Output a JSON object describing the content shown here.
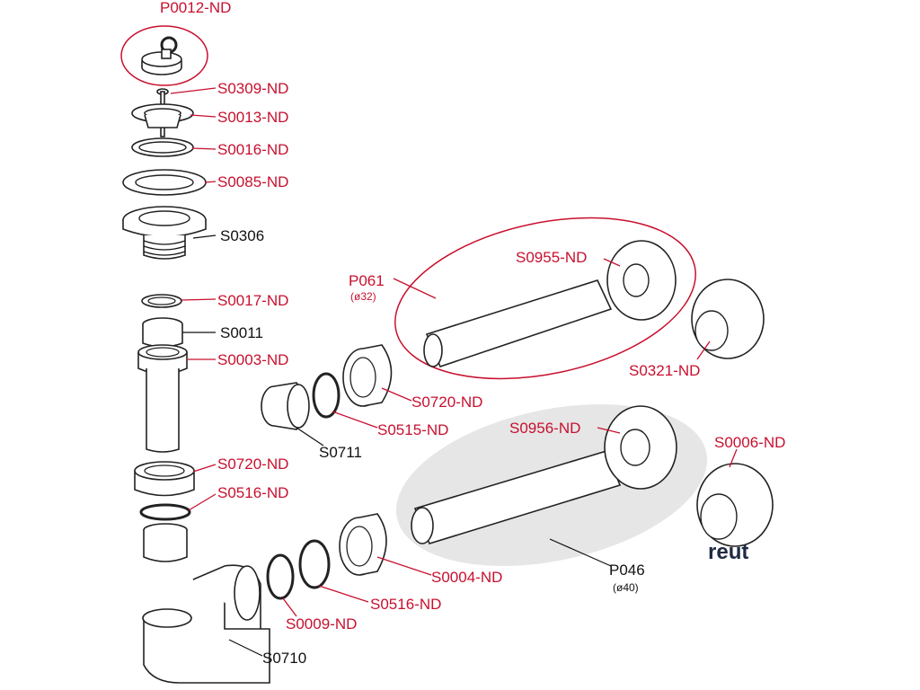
{
  "labels": {
    "p0012": "P0012-ND",
    "s0309": "S0309-ND",
    "s0013": "S0013-ND",
    "s0016": "S0016-ND",
    "s0085": "S0085-ND",
    "s0306": "S0306",
    "s0017": "S0017-ND",
    "s0011": "S0011",
    "s0003": "S0003-ND",
    "s0720a": "S0720-ND",
    "s0516a": "S0516-ND",
    "p061": "P061",
    "p061_sub": "(ø32)",
    "s0955": "S0955-ND",
    "s0321": "S0321-ND",
    "s0720b": "S0720-ND",
    "s0515": "S0515-ND",
    "s0711": "S0711",
    "s0956": "S0956-ND",
    "s0006": "S0006-ND",
    "s0004": "S0004-ND",
    "p046": "P046",
    "p046_sub": "(ø40)",
    "s0516b": "S0516-ND",
    "s0009": "S0009-ND",
    "s0710": "S0710"
  },
  "brand": "reut",
  "colors": {
    "label_red": "#c8102e",
    "label_black": "#111111",
    "highlight_gray": "#e9e9e9"
  }
}
